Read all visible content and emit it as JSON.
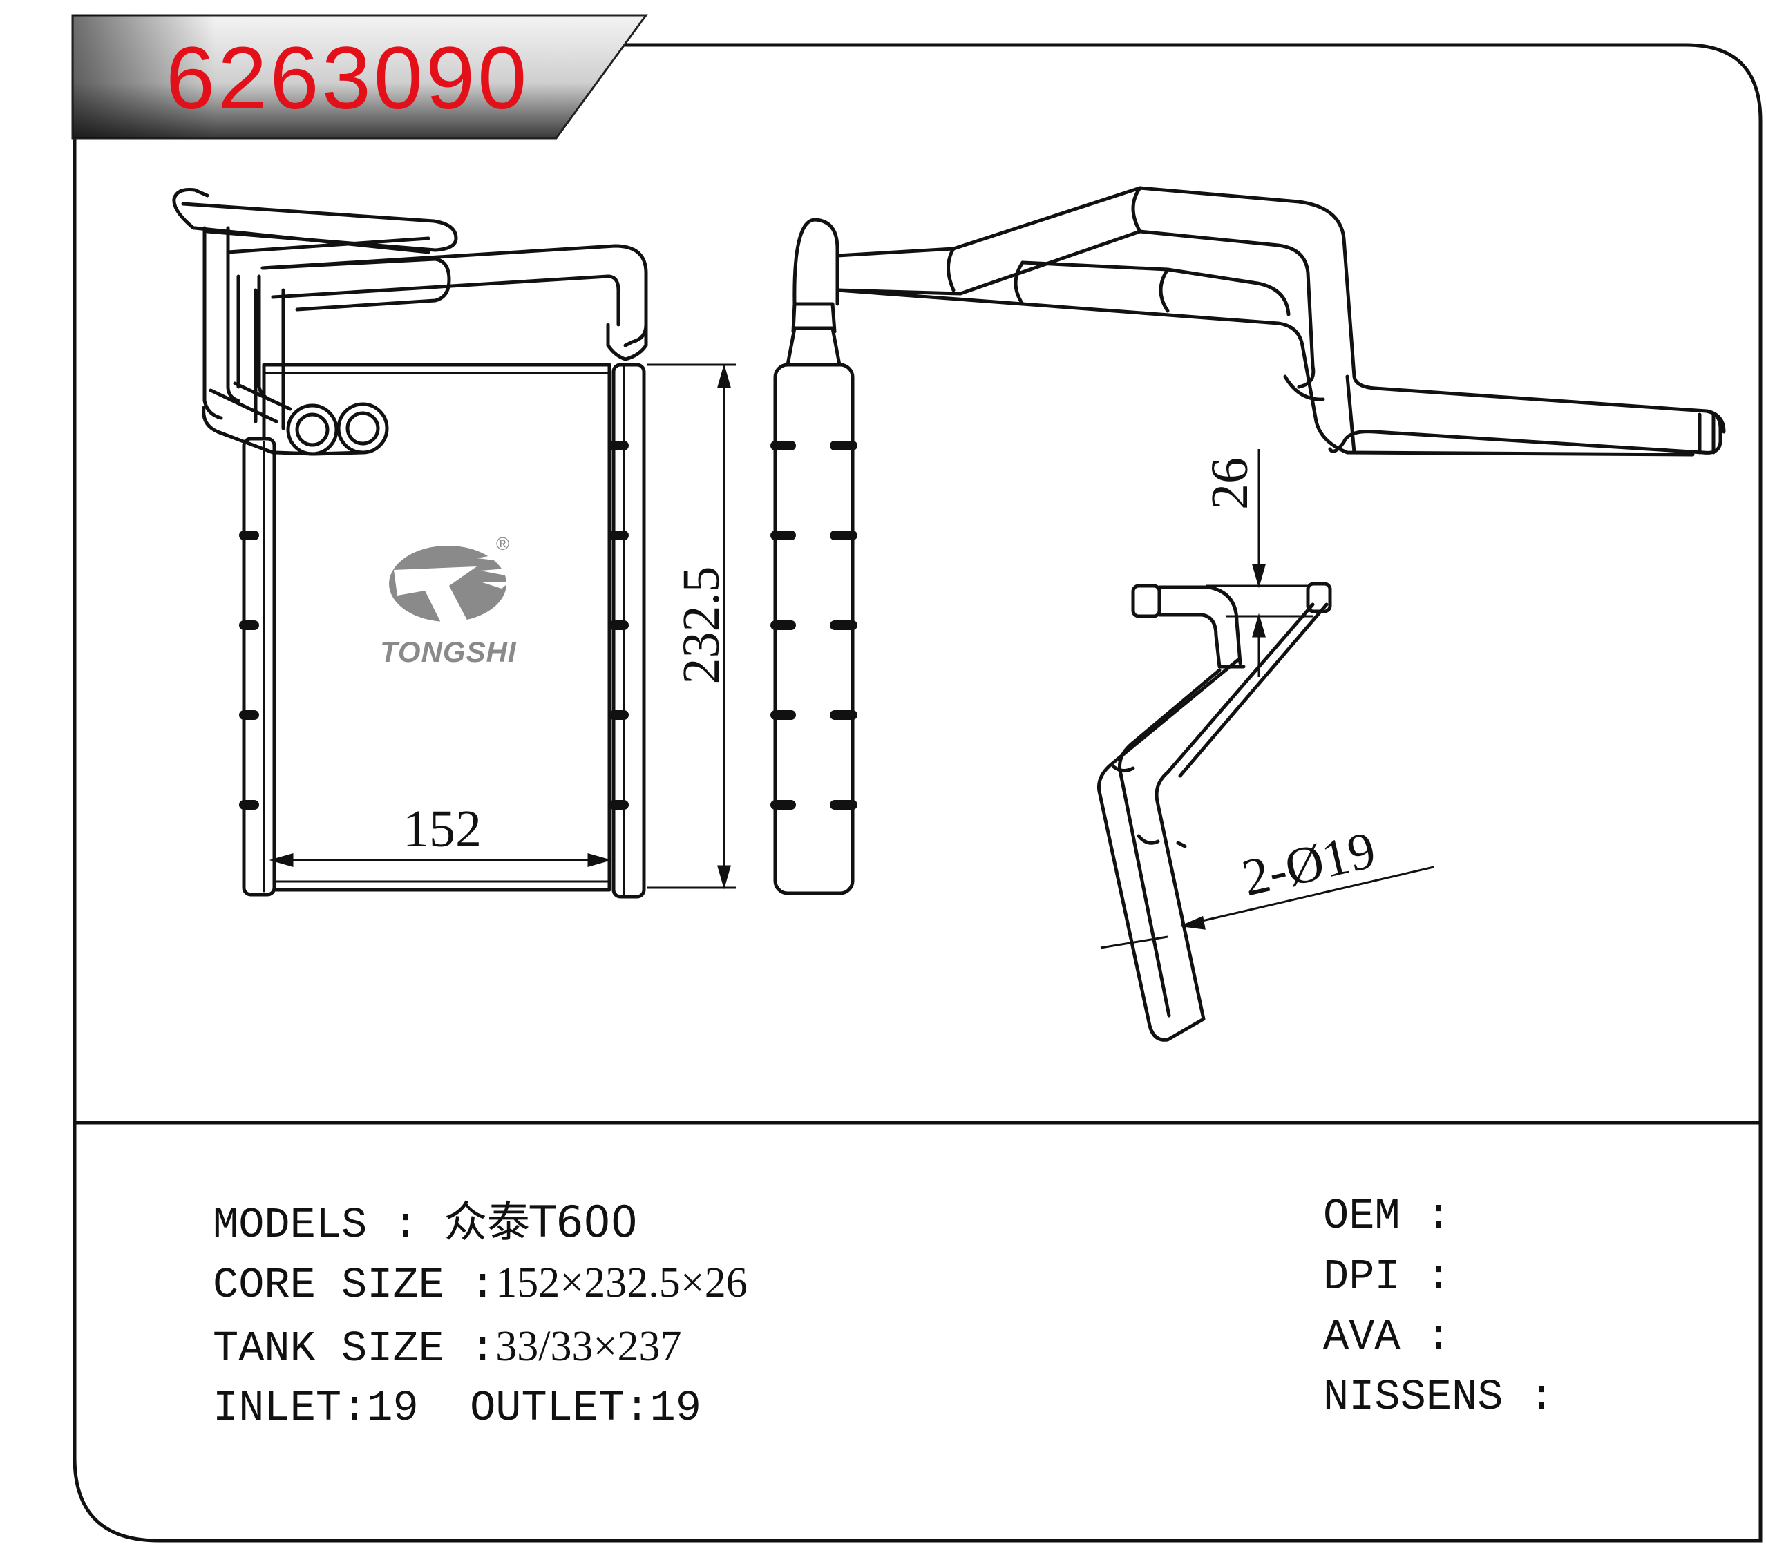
{
  "header": {
    "part_number": "6263090"
  },
  "brand": {
    "name": "TONGSHI",
    "registered_mark": "®"
  },
  "dimensions": {
    "width": "152",
    "height": "232.5",
    "depth": "26",
    "pipe": "2-Ø19"
  },
  "specs": {
    "models_label": "MODELS :",
    "models_value": "众泰T600",
    "core_size_label": "CORE SIZE :",
    "core_size_value": "152×232.5×26",
    "tank_size_label": "TANK SIZE :",
    "tank_size_value": "33/33×237",
    "inlet_label": "INLET:",
    "inlet_value": "19",
    "outlet_label": "OUTLET:",
    "outlet_value": "19"
  },
  "references": {
    "oem_label": "OEM :",
    "dpi_label": "DPI :",
    "ava_label": "AVA :",
    "nissens_label": "NISSENS :"
  }
}
